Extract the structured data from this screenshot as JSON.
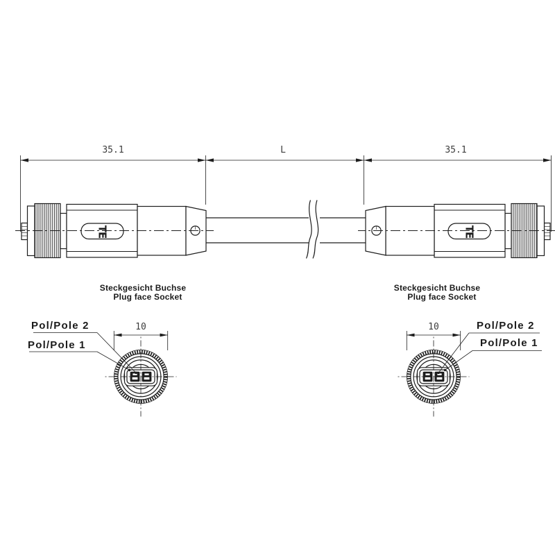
{
  "colors": {
    "line": "#1d1d1d",
    "bg": "#ffffff",
    "dim_text": "#3d3d3d",
    "label_text": "#1b1b1b"
  },
  "dimensions": {
    "left_connector_length": "35.1",
    "cable_length": "L",
    "right_connector_length": "35.1",
    "face_left_diameter": "10",
    "face_right_diameter": "10"
  },
  "face_left": {
    "title_line1": "Steckgesicht Buchse",
    "title_line2": "Plug face Socket",
    "pole2_label": "Pol/Pole 2",
    "pole1_label": "Pol/Pole 1"
  },
  "face_right": {
    "title_line1": "Steckgesicht Buchse",
    "title_line2": "Plug face Socket",
    "pole2_label": "Pol/Pole 2",
    "pole1_label": "Pol/Pole 1"
  },
  "icons": {
    "te_logo_glyph": "TE"
  }
}
